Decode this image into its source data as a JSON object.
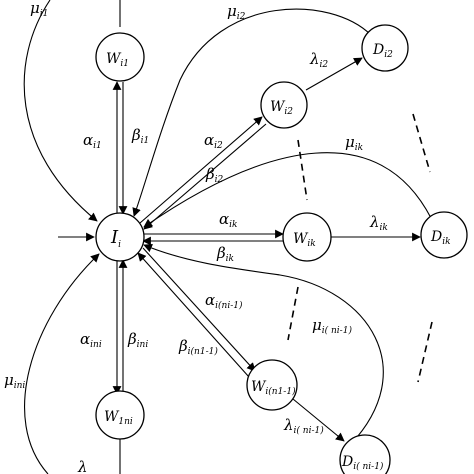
{
  "nodes": {
    "center": {
      "main": "I",
      "sub": "i"
    },
    "w_i1": {
      "main": "W",
      "sub": "i1"
    },
    "w_i2": {
      "main": "W",
      "sub": "i2"
    },
    "d_i2": {
      "main": "D",
      "sub": "i2"
    },
    "w_ik": {
      "main": "W",
      "sub": "ik"
    },
    "d_ik": {
      "main": "D",
      "sub": "ik"
    },
    "w_in1": {
      "main": "W",
      "sub": "i(n1-1)"
    },
    "d_in1": {
      "main": "D",
      "sub": "i( ni-1)"
    },
    "w_1ni": {
      "main": "W",
      "sub": "1ni"
    }
  },
  "labels": {
    "mu_i1": {
      "main": "μ",
      "sub": "i1"
    },
    "mu_i2": {
      "main": "μ",
      "sub": "i2"
    },
    "mu_ik": {
      "main": "μ",
      "sub": "ik"
    },
    "mu_ini_1": {
      "main": "μ",
      "sub": "i( ni-1)"
    },
    "mu_ini": {
      "main": "μ",
      "sub": "ini"
    },
    "alpha_i1": {
      "main": "α",
      "sub": "i1"
    },
    "beta_i1": {
      "main": "β",
      "sub": "i1"
    },
    "alpha_i2": {
      "main": "α",
      "sub": "i2"
    },
    "beta_i2": {
      "main": "β",
      "sub": "i2"
    },
    "alpha_ik": {
      "main": "α",
      "sub": "ik"
    },
    "beta_ik": {
      "main": "β",
      "sub": "ik"
    },
    "alpha_ini_1": {
      "main": "α",
      "sub": "i(ni-1)"
    },
    "beta_in1_1": {
      "main": "β",
      "sub": "i(n1-1)"
    },
    "alpha_ini": {
      "main": "α",
      "sub": "ini"
    },
    "beta_ini": {
      "main": "β",
      "sub": "ini"
    },
    "lambda_i2": {
      "main": "λ",
      "sub": "i2"
    },
    "lambda_ik": {
      "main": "λ",
      "sub": "ik"
    },
    "lambda_ini_1": {
      "main": "λ",
      "sub": "i( ni-1)"
    },
    "lambda_bottom": {
      "main": "λ",
      "sub": ""
    }
  }
}
